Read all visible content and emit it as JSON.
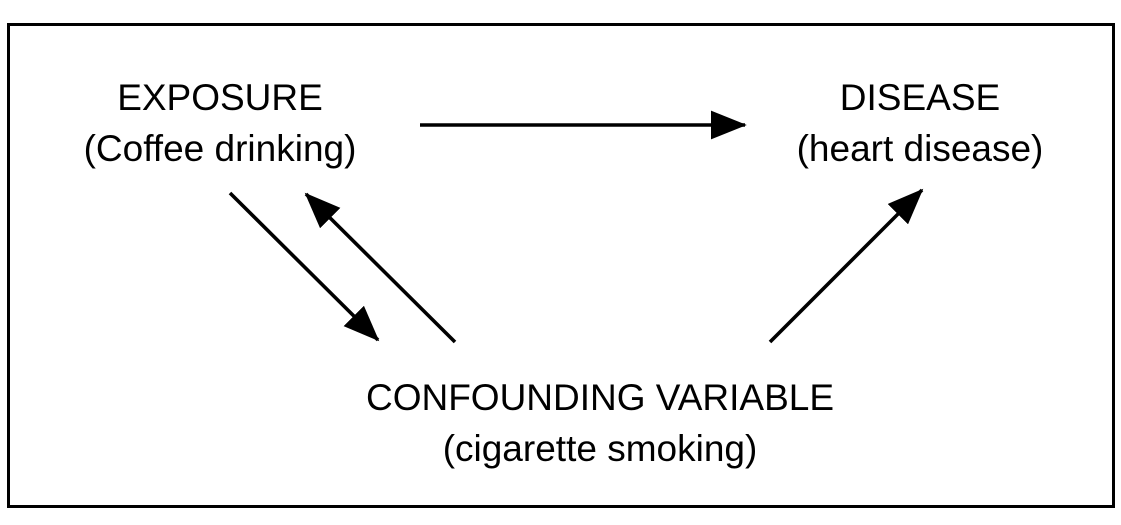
{
  "diagram": {
    "exposure": {
      "title": "EXPOSURE",
      "subtitle": "(Coffee drinking)"
    },
    "disease": {
      "title": "DISEASE",
      "subtitle": "(heart disease)"
    },
    "confounder": {
      "title": "CONFOUNDING VARIABLE",
      "subtitle": "(cigarette smoking)"
    },
    "edges": [
      {
        "from": "exposure",
        "to": "disease"
      },
      {
        "from": "exposure",
        "to": "confounder"
      },
      {
        "from": "confounder",
        "to": "exposure"
      },
      {
        "from": "confounder",
        "to": "disease"
      }
    ],
    "colors": {
      "stroke": "#000000",
      "background": "#ffffff"
    }
  }
}
